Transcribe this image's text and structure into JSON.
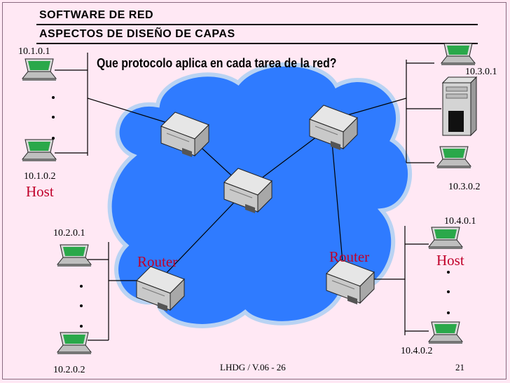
{
  "header": {
    "title": "SOFTWARE  DE  RED",
    "subtitle": "ASPECTOS DE DISEÑO DE CAPAS"
  },
  "question": "Que protocolo aplica en cada tarea de la red?",
  "networks": {
    "net1": {
      "first": "10.1.0.1",
      "last": "10.1.0.2"
    },
    "net2": {
      "first": "10.2.0.1",
      "last": "10.2.0.2"
    },
    "net3": {
      "first": "10.3.0.1",
      "last": "10.3.0.2"
    },
    "net4": {
      "first": "10.4.0.1",
      "last": "10.4.0.2"
    }
  },
  "labels": {
    "host_left": "Host",
    "host_right": "Host",
    "router_left": "Router",
    "router_right": "Router"
  },
  "footer": {
    "version": "LHDG / V.06 - 26",
    "page": "21"
  },
  "colors": {
    "cloud": "#2f7bff",
    "cloud_edge": "#b9d3f3",
    "accent_red": "#c0002a",
    "background": "#ffe8f4"
  }
}
